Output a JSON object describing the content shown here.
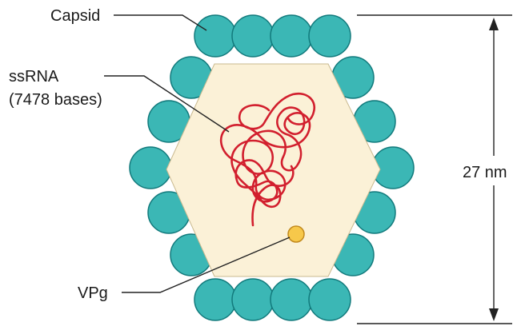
{
  "labels": {
    "capsid": "Capsid",
    "ssrna_line1": "ssRNA",
    "ssrna_line2": "(7478 bases)",
    "vpg": "VPg",
    "size": "27 nm"
  },
  "colors": {
    "capsomere_fill": "#3bb7b5",
    "capsomere_stroke": "#127a7c",
    "interior_fill": "#fbf1d7",
    "rna": "#d21f2e",
    "vpg_fill": "#f7c84a",
    "vpg_stroke": "#c28a1e",
    "line": "#222222"
  }
}
